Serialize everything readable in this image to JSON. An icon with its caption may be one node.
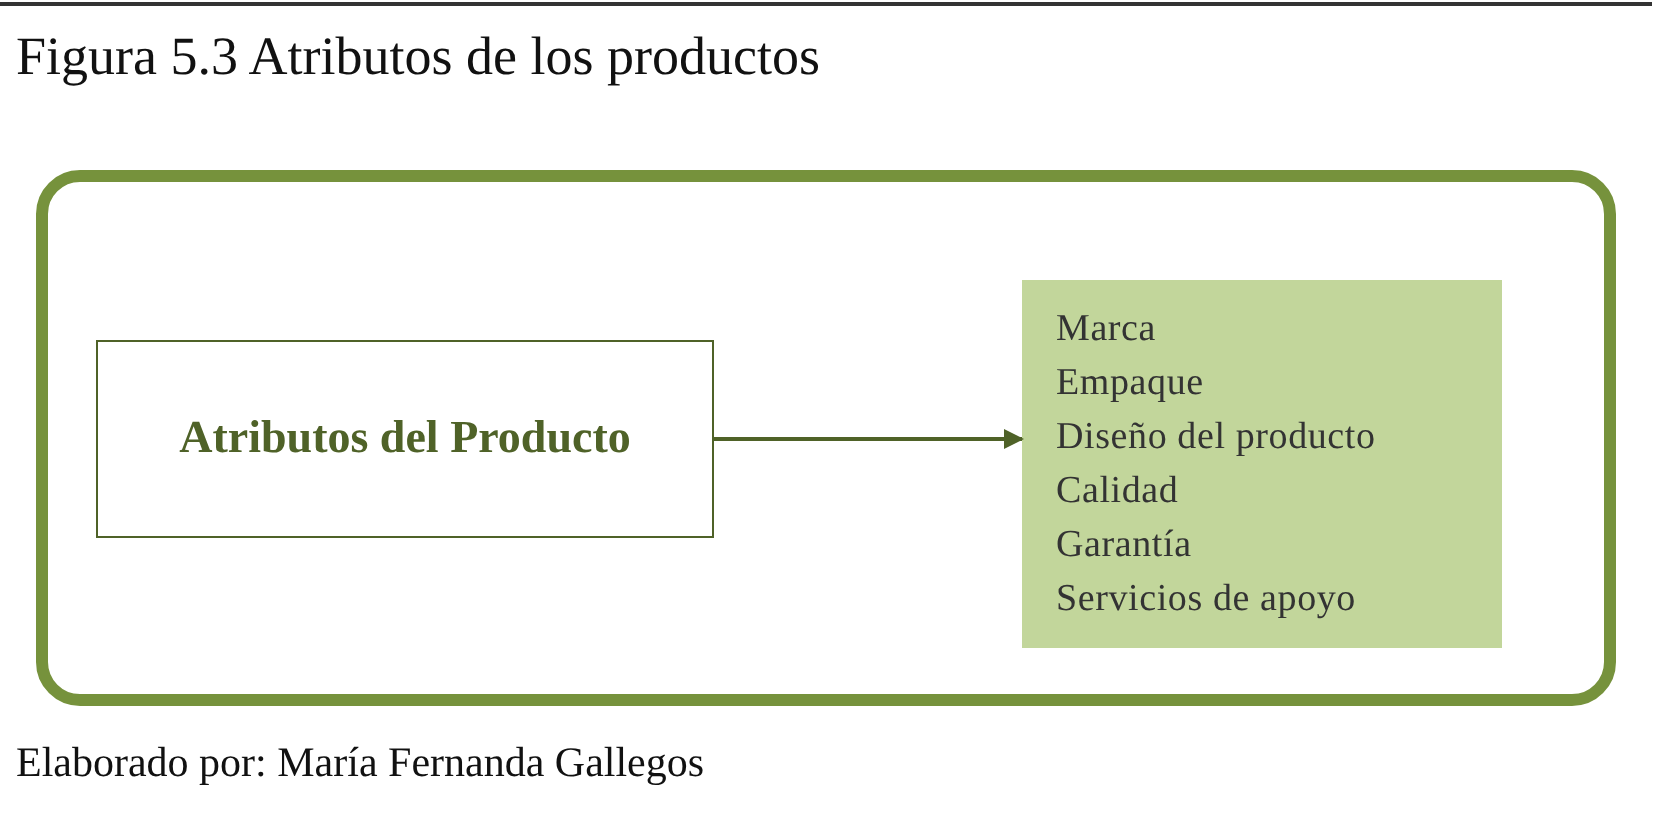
{
  "diagram": {
    "title": "Figura 5.3 Atributos de los productos",
    "caption": "Elaborado por: María Fernanda Gallegos",
    "nodes": [
      {
        "text": [],
        "shape": "box"
      },
      {
        "text": [
          "Atributos del Producto"
        ],
        "in": 0
      },
      {
        "text": [
          "Marca",
          "Empaque",
          "Diseño del producto",
          "Calidad",
          "Garantía",
          "Servicios de apoyo"
        ],
        "in": 0
      }
    ],
    "edges": [
      {
        "from": 1,
        "to": 2,
        "arrow": "to"
      }
    ]
  }
}
